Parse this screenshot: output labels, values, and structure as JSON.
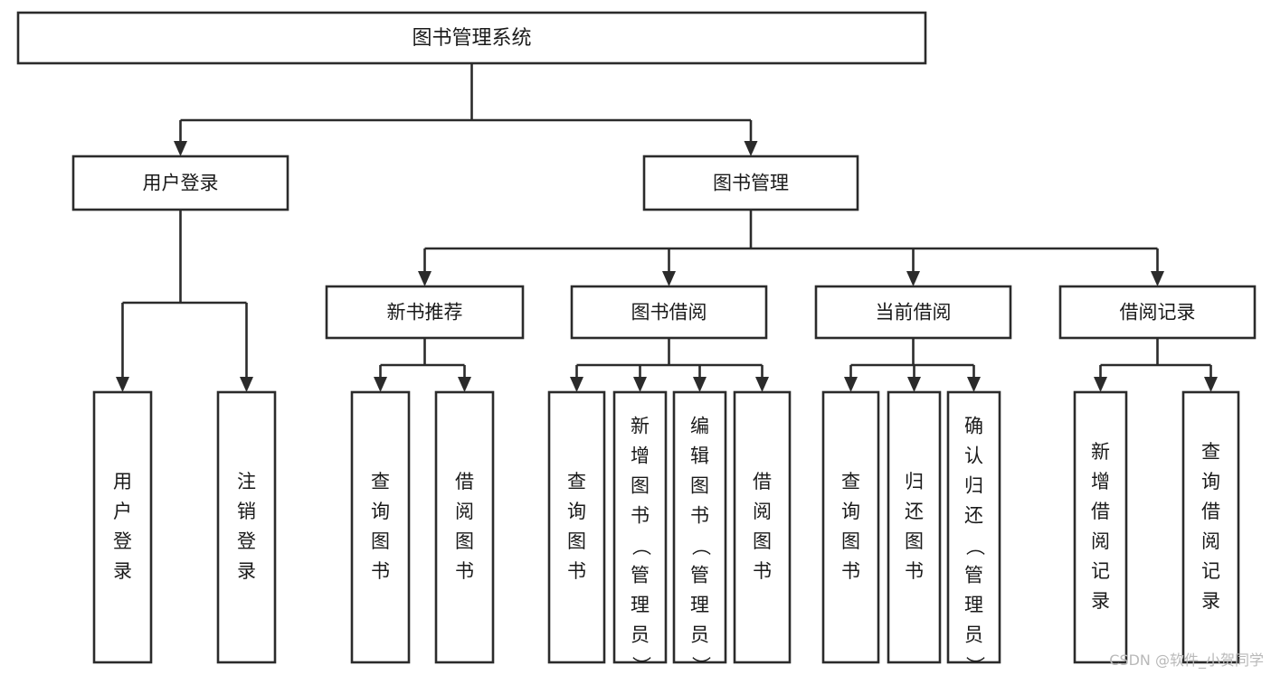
{
  "diagram": {
    "title": "图书管理系统",
    "type": "tree",
    "orientation": "top-down",
    "colors": {
      "box_stroke": "#2b2b2b",
      "box_fill": "#ffffff",
      "text": "#1a1a1a",
      "connector": "#2b2b2b",
      "background": "#ffffff",
      "watermark": "#b9b9b9"
    },
    "levels": [
      {
        "level": 1,
        "nodes": [
          {
            "id": "root",
            "label": "图书管理系统"
          }
        ]
      },
      {
        "level": 2,
        "nodes": [
          {
            "id": "user-login",
            "label": "用户登录",
            "parent": "root"
          },
          {
            "id": "book-mgmt",
            "label": "图书管理",
            "parent": "root"
          }
        ]
      },
      {
        "level": 3,
        "nodes": [
          {
            "id": "new-book-rec",
            "label": "新书推荐",
            "parent": "book-mgmt"
          },
          {
            "id": "book-borrow",
            "label": "图书借阅",
            "parent": "book-mgmt"
          },
          {
            "id": "current-borrow",
            "label": "当前借阅",
            "parent": "book-mgmt"
          },
          {
            "id": "borrow-record",
            "label": "借阅记录",
            "parent": "book-mgmt"
          }
        ]
      },
      {
        "level": 4,
        "nodes": [
          {
            "id": "leaf-1",
            "label": "用户登录",
            "parent": "user-login"
          },
          {
            "id": "leaf-2",
            "label": "注销登录",
            "parent": "user-login"
          },
          {
            "id": "leaf-3",
            "label": "查询图书",
            "parent": "new-book-rec"
          },
          {
            "id": "leaf-4",
            "label": "借阅图书",
            "parent": "new-book-rec"
          },
          {
            "id": "leaf-5",
            "label": "查询图书",
            "parent": "book-borrow"
          },
          {
            "id": "leaf-6",
            "label": "新增图书（管理员）",
            "parent": "book-borrow"
          },
          {
            "id": "leaf-7",
            "label": "编辑图书（管理员）",
            "parent": "book-borrow"
          },
          {
            "id": "leaf-8",
            "label": "借阅图书",
            "parent": "book-borrow"
          },
          {
            "id": "leaf-9",
            "label": "查询图书",
            "parent": "current-borrow"
          },
          {
            "id": "leaf-10",
            "label": "归还图书",
            "parent": "current-borrow"
          },
          {
            "id": "leaf-11",
            "label": "确认归还（管理员）",
            "parent": "current-borrow"
          },
          {
            "id": "leaf-12",
            "label": "新增借阅记录",
            "parent": "borrow-record"
          },
          {
            "id": "leaf-13",
            "label": "查询借阅记录",
            "parent": "borrow-record"
          }
        ]
      }
    ]
  },
  "watermark": {
    "text": "CSDN @软件_小贺同学"
  }
}
